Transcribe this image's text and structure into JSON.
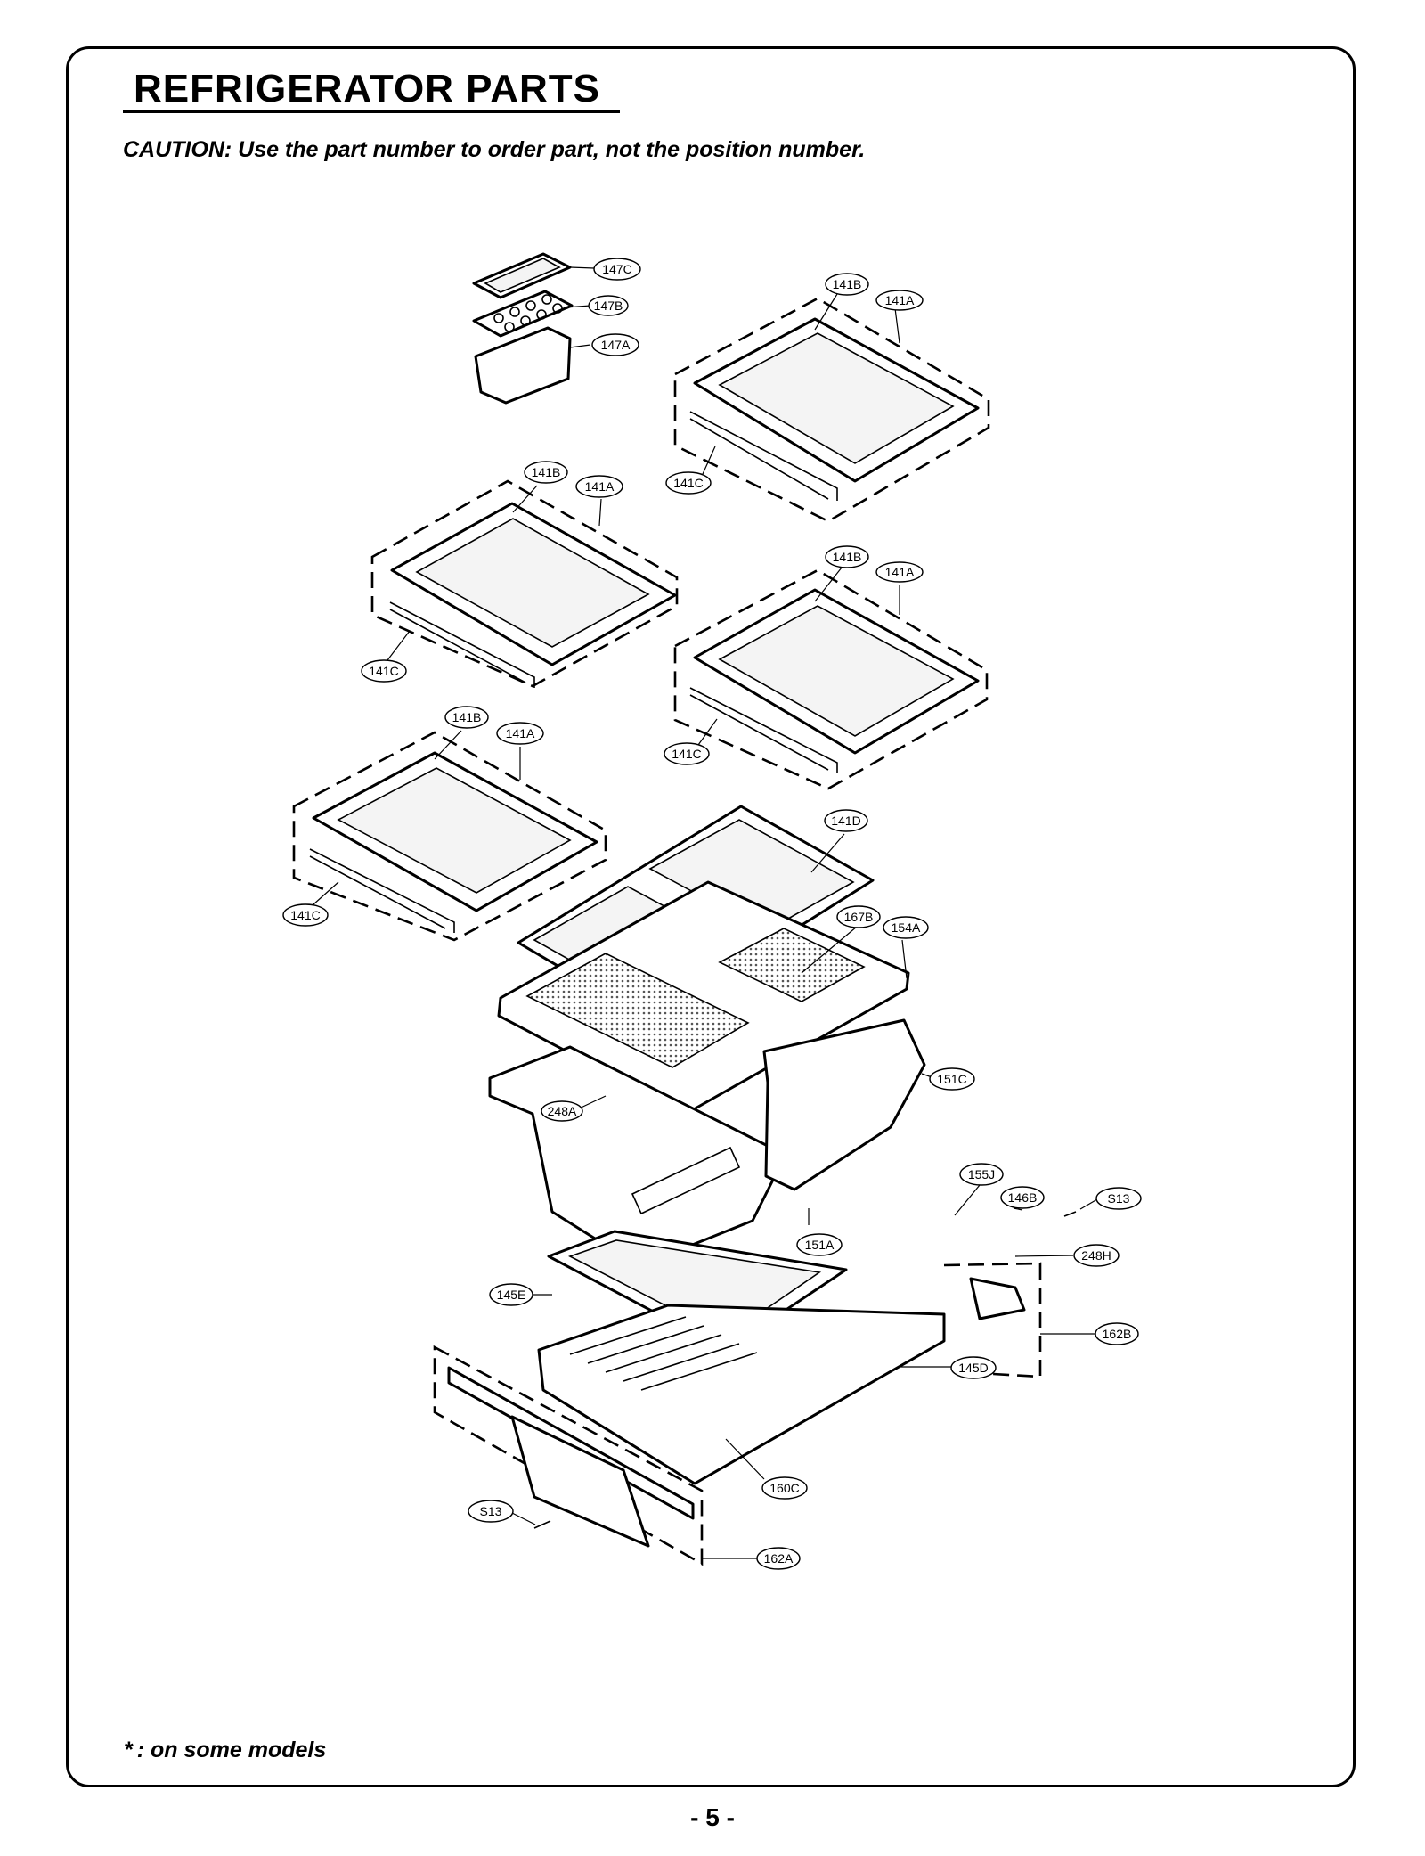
{
  "header": {
    "title": "REFRIGERATOR PARTS",
    "caution": "CAUTION: Use the part number to order part, not the position number."
  },
  "footer": {
    "footnote_star": "*",
    "footnote_text": ": on some models",
    "page_number": "- 5 -"
  },
  "callouts": {
    "c147C": "147C",
    "c147B": "147B",
    "c147A": "147A",
    "c141B_1": "141B",
    "c141A_1": "141A",
    "c141C_1": "141C",
    "c141B_2": "141B",
    "c141A_2": "141A",
    "c141C_2": "141C",
    "c141B_3": "141B",
    "c141A_3": "141A",
    "c141C_3": "141C",
    "c141B_4": "141B",
    "c141A_4": "141A",
    "c141C_4": "141C",
    "c141D": "141D",
    "c167B": "167B",
    "c154A": "154A",
    "c151C": "151C",
    "c248A": "248A",
    "c155J": "155J",
    "c146B": "146B",
    "cS13_1": "S13",
    "c248H": "248H",
    "c151A": "151A",
    "c145E": "145E",
    "c162B": "162B",
    "c145D": "145D",
    "c160C": "160C",
    "cS13_2": "S13",
    "c162A": "162A"
  }
}
